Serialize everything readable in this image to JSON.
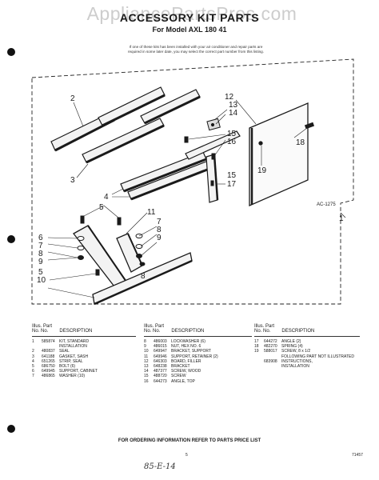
{
  "watermark": "AppliancePartsPros.com",
  "header": {
    "title": "ACCESSORY KIT PARTS",
    "subtitle": "For Model AXL 180 41",
    "note_line1": "If one of these kits has been installed with your air conditioner and repair parts are",
    "note_line2": "required in some later date, you may select the correct part number from this listing."
  },
  "diagram": {
    "ref_code": "AC-1275",
    "callouts": [
      "1",
      "2",
      "3",
      "4",
      "5",
      "6",
      "7",
      "8",
      "9",
      "10",
      "11",
      "12",
      "13",
      "14",
      "15",
      "16",
      "17",
      "18",
      "19"
    ]
  },
  "parts_list": {
    "header_illus": "Illus.",
    "header_part": "Part",
    "header_no1": "No.",
    "header_no2": "No.",
    "header_desc": "DESCRIPTION",
    "columns": [
      [
        {
          "illus": "1",
          "part": "585874",
          "desc": "KIT, STANDARD"
        },
        {
          "illus": "",
          "part": "",
          "desc": "INSTALLATION"
        },
        {
          "illus": "2",
          "part": "480837",
          "desc": "SEAL"
        },
        {
          "illus": "3",
          "part": "641188",
          "desc": "GASKET, SASH"
        },
        {
          "illus": "4",
          "part": "651265",
          "desc": "STRIP, SEAL"
        },
        {
          "illus": "5",
          "part": "686750",
          "desc": "BOLT (6)"
        },
        {
          "illus": "6",
          "part": "649945",
          "desc": "SUPPORT, CABINET"
        },
        {
          "illus": "7",
          "part": "486865",
          "desc": "WASHER (10)"
        }
      ],
      [
        {
          "illus": "8",
          "part": "486003",
          "desc": "LOCKWASHER (6)"
        },
        {
          "illus": "9",
          "part": "486015",
          "desc": "NUT, HEX NO. 6"
        },
        {
          "illus": "10",
          "part": "649947",
          "desc": "BRACKET, SUPPORT"
        },
        {
          "illus": "11",
          "part": "649946",
          "desc": "SUPPORT, RETAINER (2)"
        },
        {
          "illus": "12",
          "part": "646303",
          "desc": "BOARD, FILLER"
        },
        {
          "illus": "13",
          "part": "648238",
          "desc": "BRACKET"
        },
        {
          "illus": "14",
          "part": "487377",
          "desc": "SCREW, WOOD"
        },
        {
          "illus": "15",
          "part": "488720",
          "desc": "SCREW"
        },
        {
          "illus": "16",
          "part": "644273",
          "desc": "ANGLE, TOP"
        }
      ],
      [
        {
          "illus": "17",
          "part": "644272",
          "desc": "ANGLE (2)"
        },
        {
          "illus": "18",
          "part": "482270",
          "desc": "SPRING (4)"
        },
        {
          "illus": "19",
          "part": "588017",
          "desc": "SCREW, 8 x 1/2"
        },
        {
          "illus": "",
          "part": "",
          "desc": "FOLLOWING PART NOT ILLUSTRATED"
        },
        {
          "illus": "",
          "part": "",
          "desc": ""
        },
        {
          "illus": "",
          "part": "683908",
          "desc": "INSTRUCTIONS,"
        },
        {
          "illus": "",
          "part": "",
          "desc": "INSTALLATION"
        }
      ]
    ]
  },
  "footer": {
    "order_info": "FOR ORDERING INFORMATION REFER TO PARTS PRICE LIST",
    "page_number": "5",
    "code": "71457",
    "handwritten": "85-E-14"
  },
  "colors": {
    "ink": "#1a1a1a",
    "watermark": "#c8c8c8",
    "paper": "#ffffff"
  }
}
